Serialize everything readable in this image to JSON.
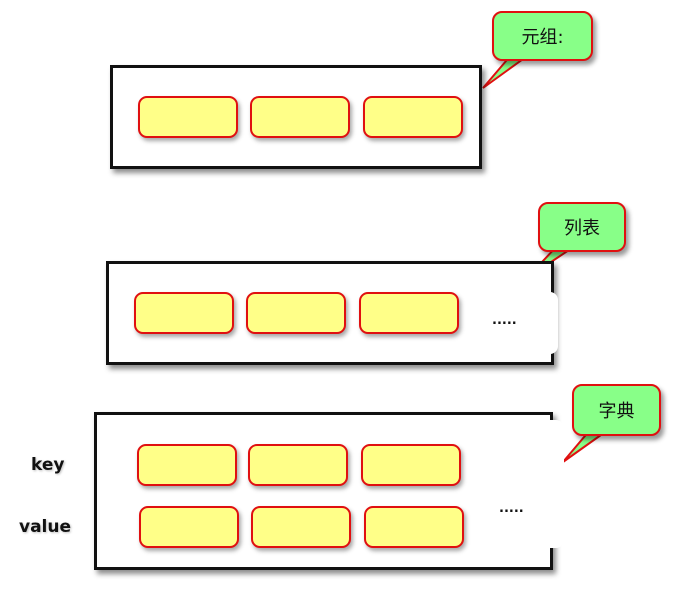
{
  "callouts": {
    "tuple": "元组:",
    "list": "列表",
    "dict": "字典"
  },
  "list_ellipsis": ".....",
  "dict_ellipsis": ".....",
  "row_labels": {
    "key": "key",
    "value": "value"
  },
  "colors": {
    "cell_fill": "#ffff88",
    "cell_border": "#e01010",
    "callout_fill": "#88ff88",
    "frame_border": "#111111"
  }
}
